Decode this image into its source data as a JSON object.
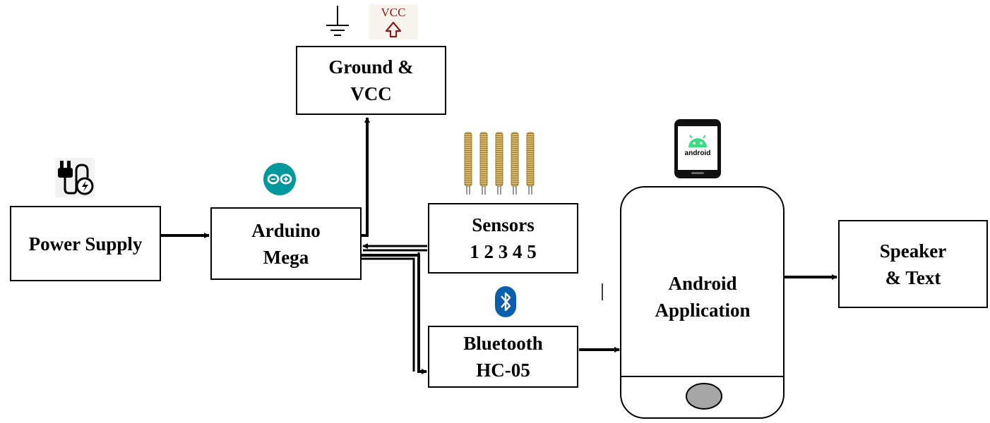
{
  "blocks": {
    "ground_vcc": {
      "lines": [
        "Ground &",
        "VCC"
      ]
    },
    "power_supply": {
      "lines": [
        "Power Supply"
      ]
    },
    "arduino": {
      "lines": [
        "Arduino",
        "Mega"
      ]
    },
    "sensors": {
      "lines": [
        "Sensors",
        "1 2 3 4 5"
      ]
    },
    "bluetooth": {
      "lines": [
        "Bluetooth",
        "HC-05"
      ]
    },
    "android_app": {
      "lines": [
        "Android",
        "Application"
      ]
    },
    "speaker": {
      "lines": [
        "Speaker",
        "& Text"
      ]
    }
  },
  "icons": {
    "vcc_label": "VCC",
    "android_label": "android"
  },
  "colors": {
    "vcc_red": "#8b1a1a",
    "arduino_teal": "#00979d",
    "bluetooth_blue": "#0a5eb0",
    "android_green": "#3ddc84",
    "sensor_gold": "#c9a24a",
    "home_button_gray": "#a6a6a6"
  }
}
